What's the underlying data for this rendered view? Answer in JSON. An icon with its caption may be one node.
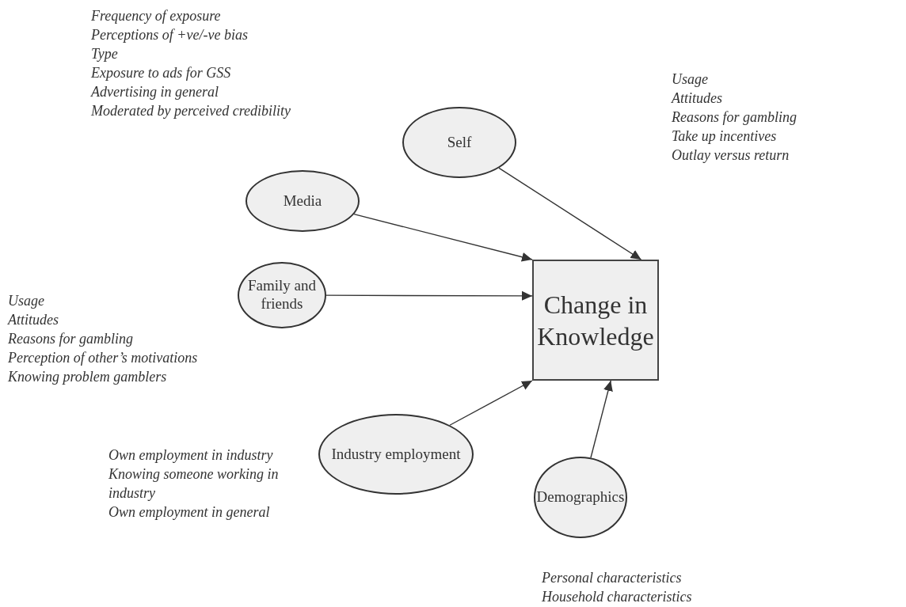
{
  "diagram": {
    "nodes": [
      {
        "text": [
          "Media"
        ],
        "beside": [
          "Frequency of exposure",
          "Perceptions of +ve/-ve bias",
          "Type",
          "Exposure to ads for GSS",
          "Advertising in general",
          "Moderated by perceived credibility"
        ]
      },
      {
        "text": [
          "Self"
        ],
        "beside": [
          "Usage",
          "Attitudes",
          "Reasons for gambling",
          "Take up incentives",
          "Outlay versus return"
        ]
      },
      {
        "text": [
          "Family and friends"
        ],
        "beside": [
          "Usage",
          "Attitudes",
          "Reasons for gambling",
          "Perception of other’s motivations",
          "Knowing problem gamblers"
        ]
      },
      {
        "text": [
          "Industry employment"
        ],
        "beside": [
          "Own employment in industry",
          "Knowing someone working in industry",
          "Own employment in general"
        ]
      },
      {
        "text": [
          "Demographics"
        ],
        "beside": [
          "Personal characteristics",
          "Household characteristics"
        ]
      },
      {
        "text": [
          "Change in Knowledge"
        ]
      }
    ],
    "edges": [
      {
        "from": 0,
        "to": 5,
        "arrow": "to"
      },
      {
        "from": 1,
        "to": 5,
        "arrow": "to"
      },
      {
        "from": 2,
        "to": 5,
        "arrow": "to"
      },
      {
        "from": 3,
        "to": 5,
        "arrow": "to"
      },
      {
        "from": 4,
        "to": 5,
        "arrow": "to"
      }
    ]
  }
}
